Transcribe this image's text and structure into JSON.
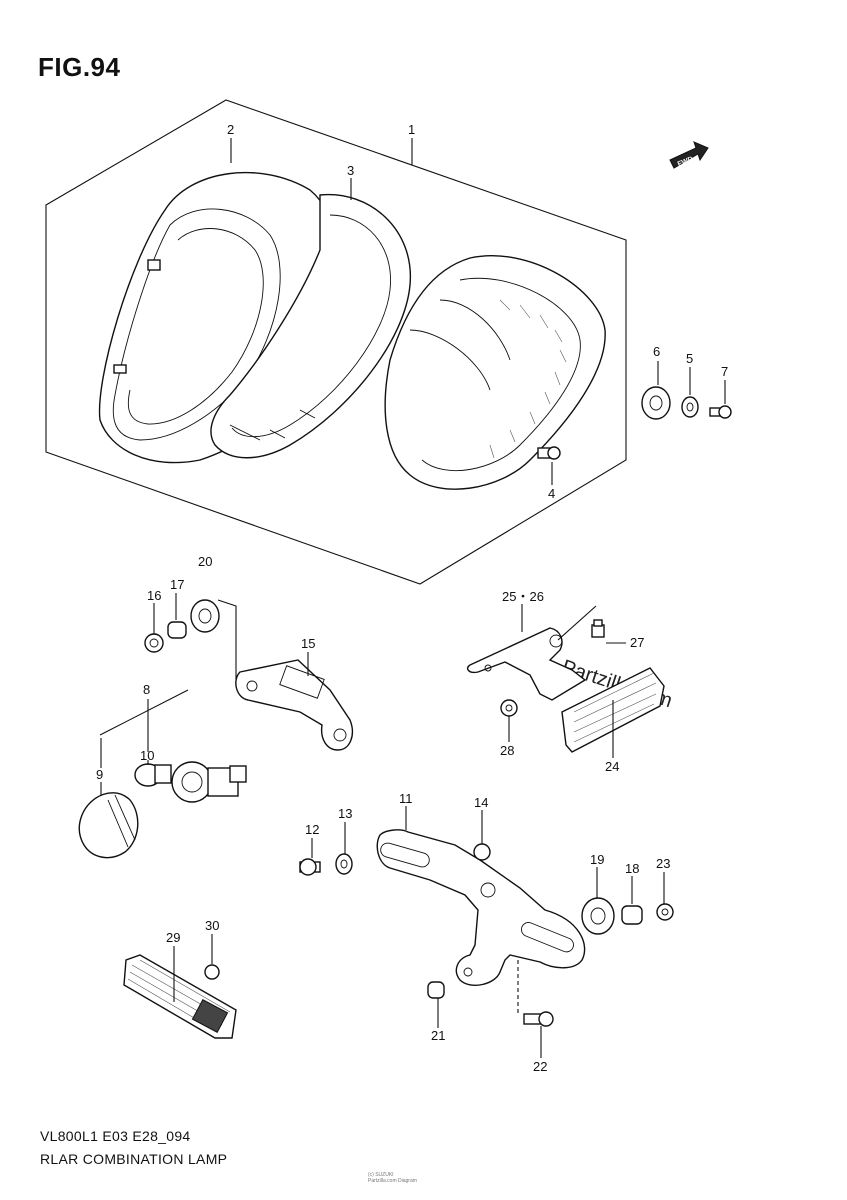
{
  "title": "FIG.94",
  "model_code": "VL800L1 E03 E28_094",
  "subtitle": "RLAR COMBINATION LAMP",
  "fine_print_1": "(c) SUZUKI",
  "fine_print_2": "Partzilla.com Diagram",
  "watermark": "Partzilla.com",
  "fwd_label": "FWD",
  "callouts": {
    "c1": "1",
    "c2": "2",
    "c3": "3",
    "c4": "4",
    "c5": "5",
    "c6": "6",
    "c7": "7",
    "c8": "8",
    "c9": "9",
    "c10": "10",
    "c11": "11",
    "c12": "12",
    "c13": "13",
    "c14": "14",
    "c15": "15",
    "c16": "16",
    "c17": "17",
    "c18": "18",
    "c19": "19",
    "c20": "20",
    "c21": "21",
    "c22": "22",
    "c23": "23",
    "c24": "24",
    "c25_26": "25・26",
    "c27": "27",
    "c28": "28",
    "c29": "29",
    "c30": "30"
  }
}
